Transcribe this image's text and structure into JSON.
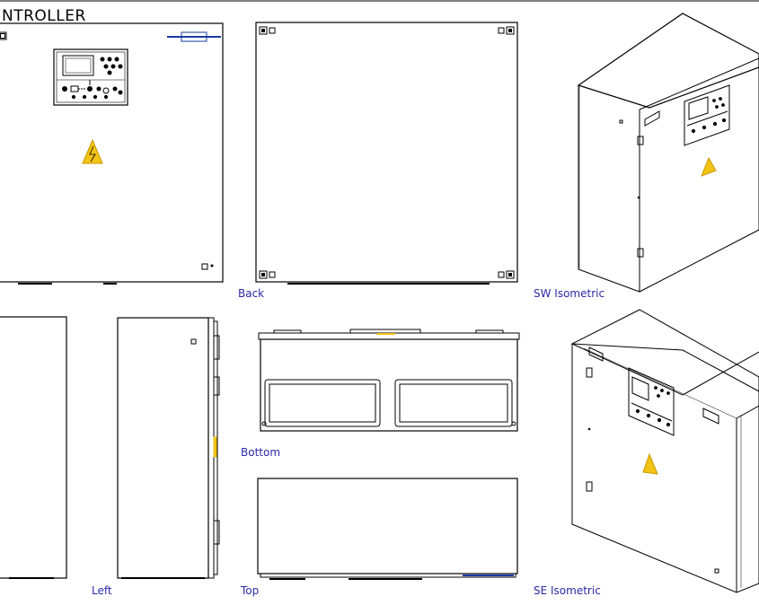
{
  "drawing": {
    "title": "NTROLLER",
    "views": {
      "back": "Back",
      "sw_isometric": "SW Isometric",
      "left": "Left",
      "bottom": "Bottom",
      "top": "Top",
      "se_isometric": "SE Isometric"
    }
  },
  "colors": {
    "line": "#000000",
    "caption": "#2a2aa8",
    "warning_fill": "#f2c315",
    "label_blue": "#1a3aa0"
  },
  "icons": [
    "warning-triangle-icon",
    "controller-panel-icon"
  ]
}
